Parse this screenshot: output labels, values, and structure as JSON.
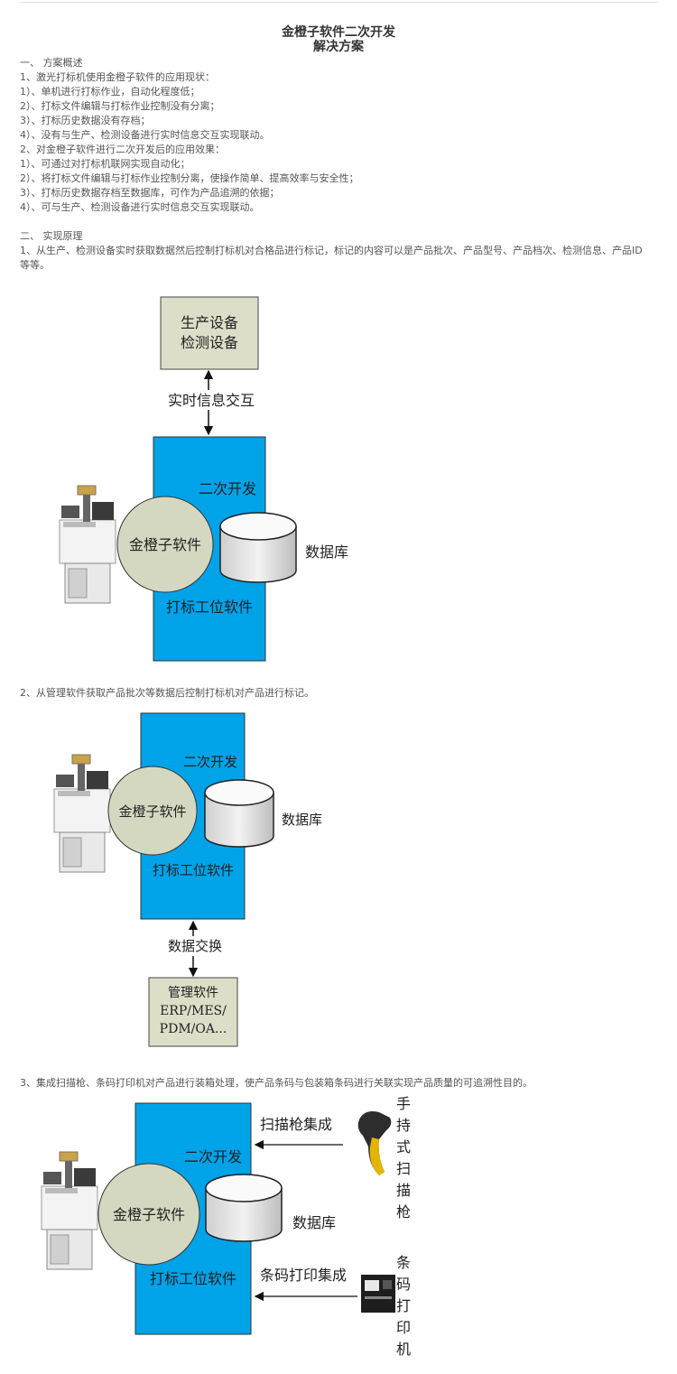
{
  "doc": {
    "title_line1": "金橙子软件二次开发",
    "title_line2": "解决方案",
    "sec1_heading": "一、 方案概述",
    "sec1_lines": [
      "1、激光打标机使用金橙子软件的应用现状：",
      "1）、单机进行打标作业，自动化程度低；",
      "2）、打标文件编辑与打标作业控制没有分离；",
      "3）、打标历史数据没有存档；",
      "4）、没有与生产、检测设备进行实时信息交互实现联动。",
      "2、对金橙子软件进行二次开发后的应用效果：",
      "1）、可通过对打标机联网实现自动化；",
      "2）、将打标文件编辑与打标作业控制分离，使操作简单、提高效率与安全性；",
      "3）、打标历史数据存档至数据库，可作为产品追溯的依据；",
      "4）、可与生产、检测设备进行实时信息交互实现联动。"
    ],
    "sec2_heading": "二、 实现原理",
    "sec2_p1": "1、从生产、检测设备实时获取数据然后控制打标机对合格品进行标记，标记的内容可以是产品批次、产品型号、产品档次、检测信息、产品ID等等。",
    "sec2_p2": "2、从管理软件获取产品批次等数据后控制打标机对产品进行标记。",
    "sec2_p3": "3、集成扫描枪、条码打印机对产品进行装箱处理，使产品条码与包装箱条码进行关联实现产品质量的可追溯性目的。"
  },
  "diagram1": {
    "device_line1": "生产设备",
    "device_line2": "检测设备",
    "link_label": "实时信息交互",
    "dev_label": "二次开发",
    "software_label": "金橙子软件",
    "db_label": "数据库",
    "station_label": "打标工位软件"
  },
  "diagram2": {
    "dev_label": "二次开发",
    "software_label": "金橙子软件",
    "db_label": "数据库",
    "station_label": "打标工位软件",
    "link_label": "数据交换",
    "mgmt_line1": "管理软件",
    "mgmt_line2": "ERP/MES/",
    "mgmt_line3": "PDM/OA..."
  },
  "diagram3": {
    "scanner_label": "扫描枪集成",
    "dev_label": "二次开发",
    "software_label": "金橙子软件",
    "db_label": "数据库",
    "station_label": "打标工位软件",
    "printer_label": "条码打印集成",
    "scanner_vertical": [
      "手",
      "持",
      "式",
      "扫",
      "描",
      "枪"
    ],
    "printer_vertical": [
      "条",
      "码",
      "打",
      "印",
      "机"
    ]
  },
  "colors": {
    "blue_block": "#00a2e8",
    "device_box": "#dcdec8",
    "software_circle": "#d5d8c0",
    "db_fill": "#e6e6e6"
  },
  "icons": [
    "laser-marker-machine-icon",
    "database-cylinder-icon",
    "handheld-scanner-icon",
    "barcode-printer-icon"
  ]
}
